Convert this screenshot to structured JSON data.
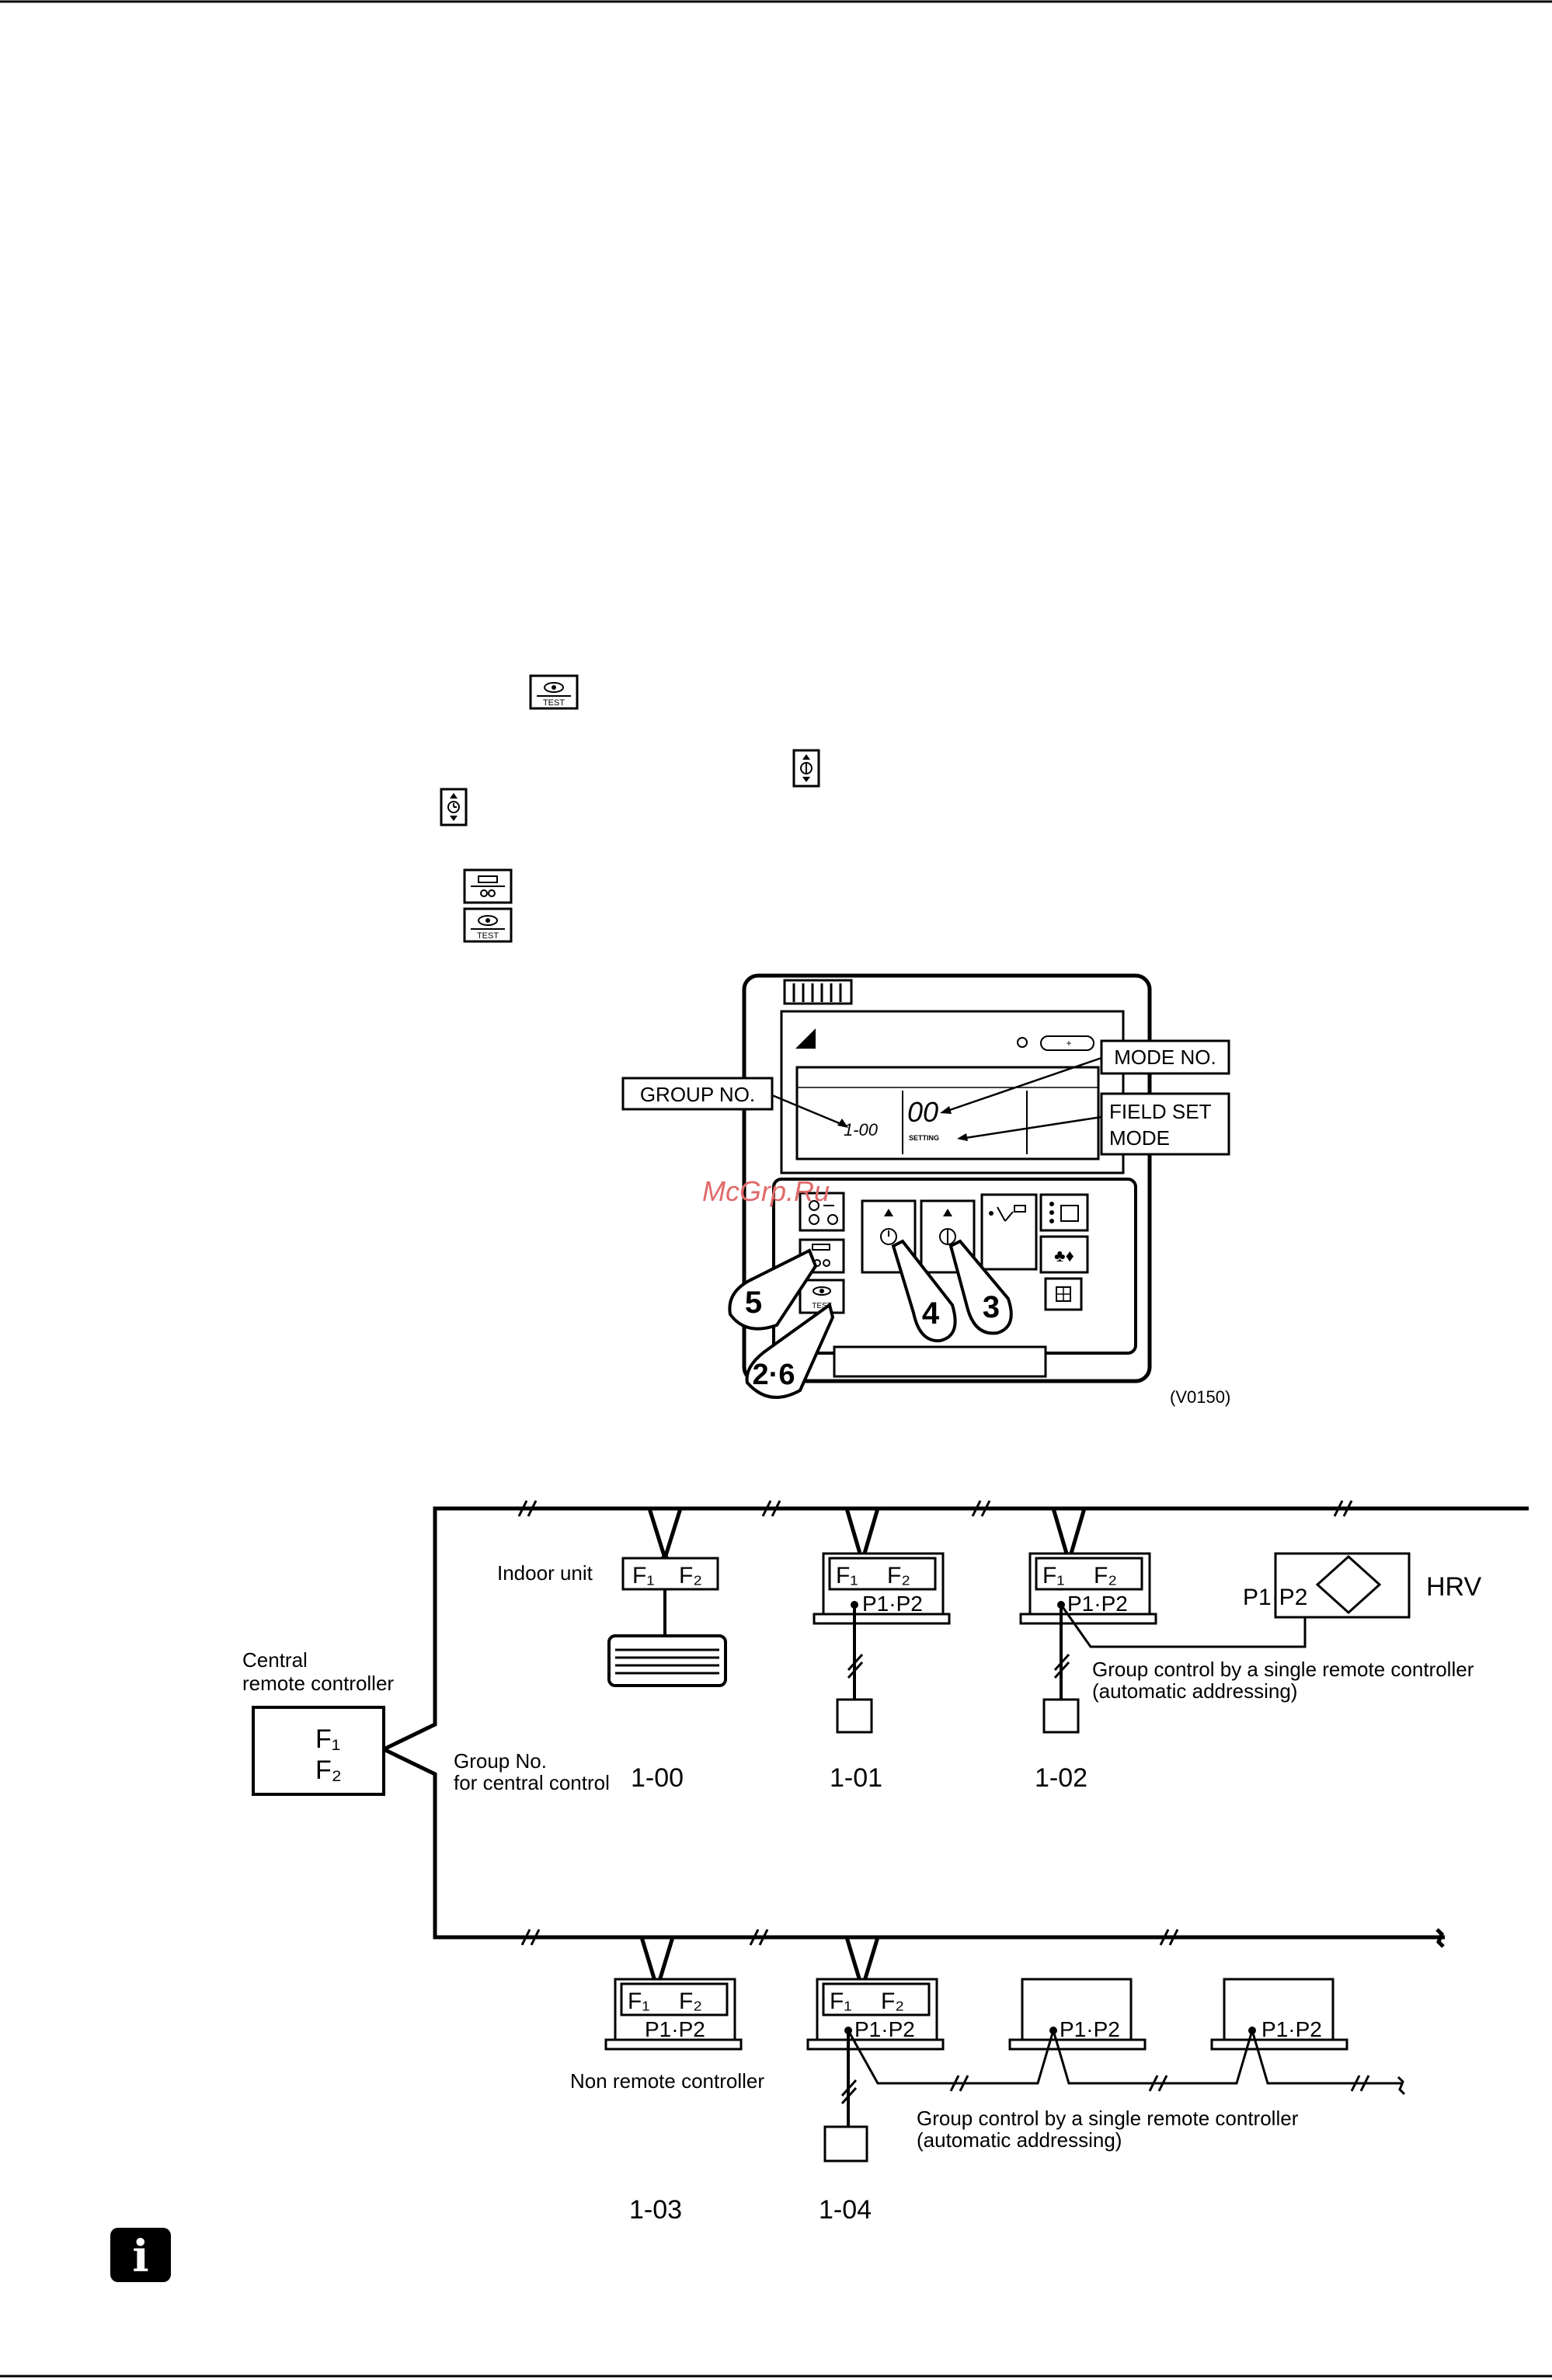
{
  "remote_controller": {
    "image_ref": "(V0150)",
    "labels": {
      "group_no": "GROUP NO.",
      "mode_no": "MODE NO.",
      "field_set_mode_line1": "FIELD SET",
      "field_set_mode_line2": "MODE"
    },
    "display": {
      "group_value": "1-00",
      "mode_value": "00",
      "setting_text": "SETTING"
    },
    "step_markers": [
      "5",
      "2·6",
      "4",
      "3"
    ],
    "watermark": "McGrp.Ru",
    "inline_icons": [
      "test-button",
      "temperature-adjust-button",
      "time-adjust-button",
      "inspection-button",
      "test-button"
    ]
  },
  "wiring": {
    "central": {
      "label_line1": "Central",
      "label_line2": "remote controller",
      "terminal_1": "F₁",
      "terminal_2": "F₂"
    },
    "indoor_unit_label": "Indoor unit",
    "group_no_label_line1": "Group No.",
    "group_no_label_line2": "for central control",
    "terminals": {
      "f1": "F₁",
      "f2": "F₂",
      "p1p2": "P1·P2"
    },
    "hrv_label": "HRV",
    "hrv_terminal": "P1·P2",
    "group_control_line1": "Group control by a single remote controller",
    "group_control_line2": "(automatic addressing)",
    "non_remote_label": "Non remote controller",
    "group_numbers": [
      "1-00",
      "1-01",
      "1-02",
      "1-03",
      "1-04"
    ]
  },
  "info_icon": "i"
}
